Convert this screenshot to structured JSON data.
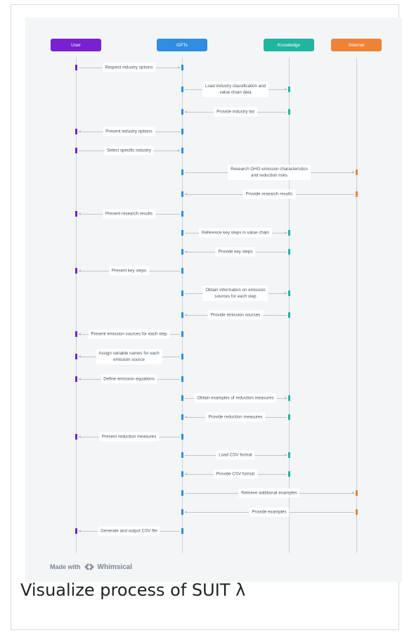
{
  "actors": [
    {
      "id": "user",
      "label": "User",
      "color": "#7a1fd1"
    },
    {
      "id": "gpts",
      "label": "GPTs",
      "color": "#2f8ee0"
    },
    {
      "id": "knowledge",
      "label": "Knowledge",
      "color": "#1fb59f"
    },
    {
      "id": "internet",
      "label": "Internet",
      "color": "#ee8338"
    }
  ],
  "messages": [
    {
      "from": "user",
      "to": "gpts",
      "text": "Request industry options"
    },
    {
      "from": "gpts",
      "to": "knowledge",
      "text": "Load industry classification and\nvalue chain data"
    },
    {
      "from": "knowledge",
      "to": "gpts",
      "text": "Provide industry list"
    },
    {
      "from": "gpts",
      "to": "user",
      "text": "Present industry options"
    },
    {
      "from": "user",
      "to": "gpts",
      "text": "Select specific industry"
    },
    {
      "from": "gpts",
      "to": "internet",
      "text": "Research GHG emission characteristics\nand reduction risks"
    },
    {
      "from": "internet",
      "to": "gpts",
      "text": "Provide research results"
    },
    {
      "from": "gpts",
      "to": "user",
      "text": "Present research results"
    },
    {
      "from": "gpts",
      "to": "knowledge",
      "text": "Reference key steps in value chain"
    },
    {
      "from": "knowledge",
      "to": "gpts",
      "text": "Provide key steps"
    },
    {
      "from": "gpts",
      "to": "user",
      "text": "Present key steps"
    },
    {
      "from": "gpts",
      "to": "knowledge",
      "text": "Obtain information on emission\nsources for each step"
    },
    {
      "from": "knowledge",
      "to": "gpts",
      "text": "Provide emission sources"
    },
    {
      "from": "gpts",
      "to": "user",
      "text": "Present emission sources for each step"
    },
    {
      "from": "gpts",
      "to": "user",
      "text": "Assign variable names for each\nemission source"
    },
    {
      "from": "gpts",
      "to": "user",
      "text": "Define emission equations"
    },
    {
      "from": "gpts",
      "to": "knowledge",
      "text": "Obtain examples of reduction measures"
    },
    {
      "from": "knowledge",
      "to": "gpts",
      "text": "Provide reduction measures"
    },
    {
      "from": "gpts",
      "to": "user",
      "text": "Present reduction measures"
    },
    {
      "from": "gpts",
      "to": "knowledge",
      "text": "Load CSV format"
    },
    {
      "from": "knowledge",
      "to": "gpts",
      "text": "Provide CSV format"
    },
    {
      "from": "gpts",
      "to": "internet",
      "text": "Retrieve additional examples"
    },
    {
      "from": "internet",
      "to": "gpts",
      "text": "Provide examples"
    },
    {
      "from": "gpts",
      "to": "user",
      "text": "Generate and output CSV file"
    }
  ],
  "footer": {
    "made_with": "Made with",
    "brand": "Whimsical"
  },
  "caption": "Visualize process of SUIT λ"
}
